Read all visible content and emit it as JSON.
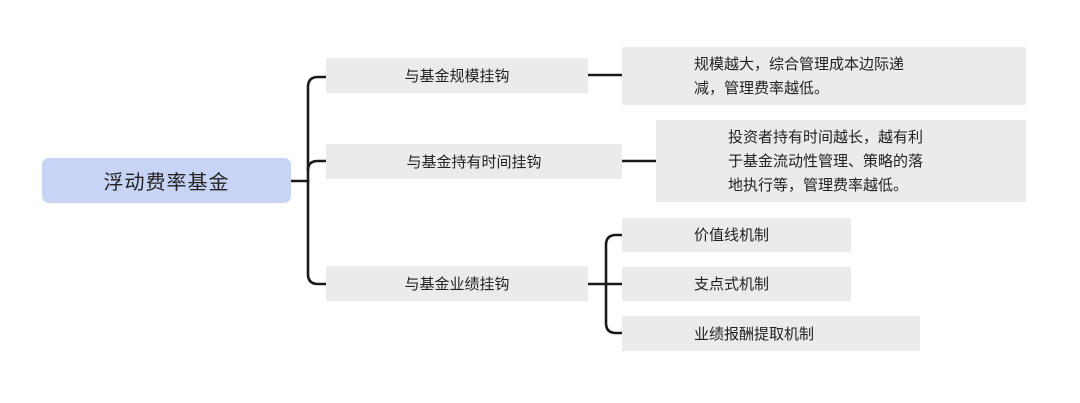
{
  "root": {
    "label": "浮动费率基金"
  },
  "branches": [
    {
      "label": "与基金规模挂钩",
      "children": [
        {
          "lines": [
            "规模越大，综合管理成本边际递",
            "减，管理费率越低。"
          ]
        }
      ]
    },
    {
      "label": "与基金持有时间挂钩",
      "children": [
        {
          "lines": [
            "投资者持有时间越长，越有利",
            "于基金流动性管理、策略的落",
            "地执行等，管理费率越低。"
          ]
        }
      ]
    },
    {
      "label": "与基金业绩挂钩",
      "children": [
        {
          "lines": [
            "价值线机制"
          ]
        },
        {
          "lines": [
            "支点式机制"
          ]
        },
        {
          "lines": [
            "业绩报酬提取机制"
          ]
        }
      ]
    }
  ],
  "colors": {
    "root_fill": "#c8d4f6",
    "node_fill": "#ebebeb",
    "connector": "#1a1a1a"
  }
}
